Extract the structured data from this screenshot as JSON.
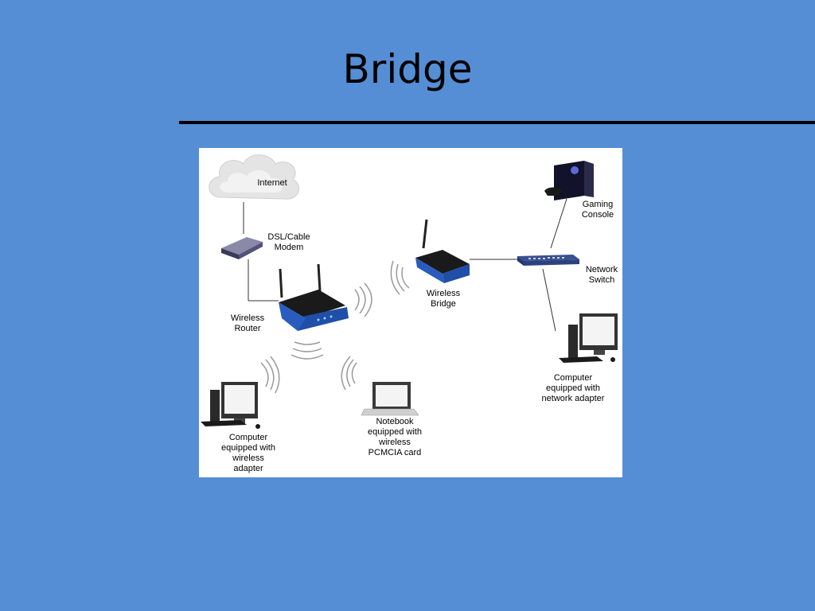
{
  "slide": {
    "title": "Bridge"
  },
  "diagram": {
    "labels": {
      "internet": "Internet",
      "modem": "DSL/Cable\nModem",
      "router": "Wireless\nRouter",
      "bridge": "Wireless\nBridge",
      "switch": "Network\nSwitch",
      "console": "Gaming\nConsole",
      "wired_pc": "Computer\nequipped with\nnetwork adapter",
      "wireless_pc": "Computer\nequipped with\nwireless\nadapter",
      "notebook": "Notebook\nequipped with\nwireless\nPCMCIA card"
    },
    "colors": {
      "background": "#558ED5",
      "device_blue": "#1F4FA8",
      "device_dark": "#1a1a1a"
    }
  }
}
